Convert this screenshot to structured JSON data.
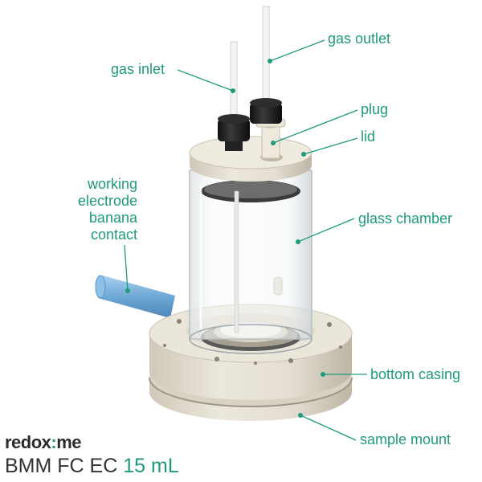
{
  "labels": {
    "gas_outlet": "gas outlet",
    "gas_inlet": "gas inlet",
    "plug": "plug",
    "lid": "lid",
    "working_electrode": [
      "working",
      "electrode",
      "banana",
      "contact"
    ],
    "glass_chamber": "glass chamber",
    "bottom_casing": "bottom casing",
    "sample_mount": "sample mount"
  },
  "brand": {
    "name_a": "redox",
    "name_sep": ":",
    "name_b": "me"
  },
  "product": {
    "model": "BMM FC EC",
    "volume": "15 mL"
  },
  "colors": {
    "accent": "#1f9a7d",
    "casing": "#e6e0d3",
    "cap": "#222222",
    "tube": "#7fb7e0"
  }
}
